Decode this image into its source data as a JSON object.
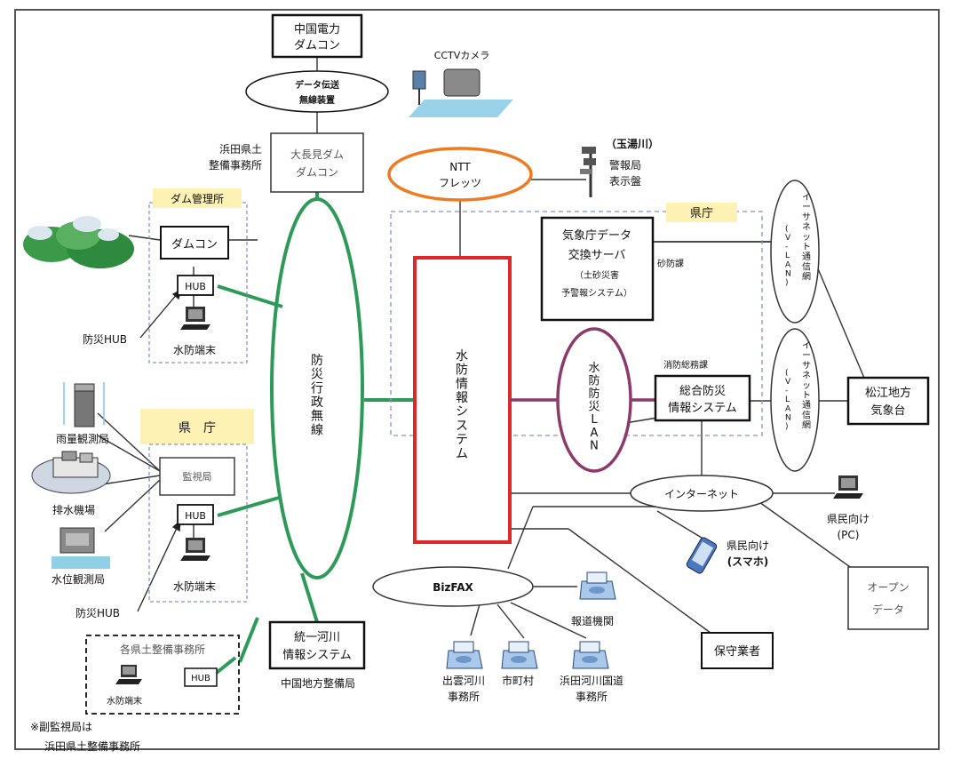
{
  "labels": {
    "chugoku_damcon": [
      "中国電力",
      "ダムコン"
    ],
    "data_transmission": [
      "データ伝送",
      "無線装置"
    ],
    "hamada_office": [
      "浜田県土",
      "整備事務所"
    ],
    "ochouken_damcon": [
      "大長見ダム",
      "ダムコン"
    ],
    "dam_office_tag": "ダム管理所",
    "damcon": "ダムコン",
    "hub": "HUB",
    "bousai_hub": "防災HUB",
    "suibou_terminal": "水防端末",
    "bousai_musen": "防災行政無線",
    "ken_tag": "県　庁",
    "rain_station": "雨量観測局",
    "drain_station": "排水機場",
    "water_station": "水位観測局",
    "kanshi": "監視局",
    "kakuken_office": "各県土整備事務所",
    "note": [
      "※副監視局は",
      "浜田県土整備事務所"
    ],
    "touitsu": [
      "統一河川",
      "情報システム"
    ],
    "chugoku_chihou": "中国地方整備局",
    "cctv": "CCTVカメラ",
    "ntt": [
      "NTT",
      "フレッツ"
    ],
    "tamayu": "（玉湯川）",
    "keihou": [
      "警報局",
      "表示盤"
    ],
    "kencho_tag": "県庁",
    "kishou_server": [
      "気象庁データ",
      "交換サーバ",
      "（土砂災害",
      "予警報システム）"
    ],
    "sabou": "砂防課",
    "suibou_system": "水防情報システム",
    "suibou_lan": "水防防災LAN",
    "shoubou": "消防総務課",
    "sougou": [
      "総合防災",
      "情報システム"
    ],
    "ethernet1": [
      "イーサネット通信網",
      "(V-LAN)"
    ],
    "ethernet2": [
      "イーサネット通信網",
      "(V-LAN)"
    ],
    "matsue": [
      "松江地方",
      "気象台"
    ],
    "internet": "インターネット",
    "kenmin_pc": [
      "県民向け",
      "(PC)"
    ],
    "kenmin_sp": [
      "県民向け",
      "(スマホ)"
    ],
    "open_data": [
      "オープン",
      "データ"
    ],
    "bizfax": "BizFAX",
    "houdou": "報道機関",
    "izumo": [
      "出雲河川",
      "事務所"
    ],
    "shichoson": "市町村",
    "hamada_kokudou": [
      "浜田河川国道",
      "事務所"
    ],
    "hoshu": "保守業者"
  },
  "colors": {
    "green": "#2e9a5a",
    "red": "#e0282a",
    "purple": "#8b3a6b",
    "orange": "#ee7a22",
    "yellow_tag": "#fdf1b4",
    "dash_blue": "#8a8fcf"
  }
}
